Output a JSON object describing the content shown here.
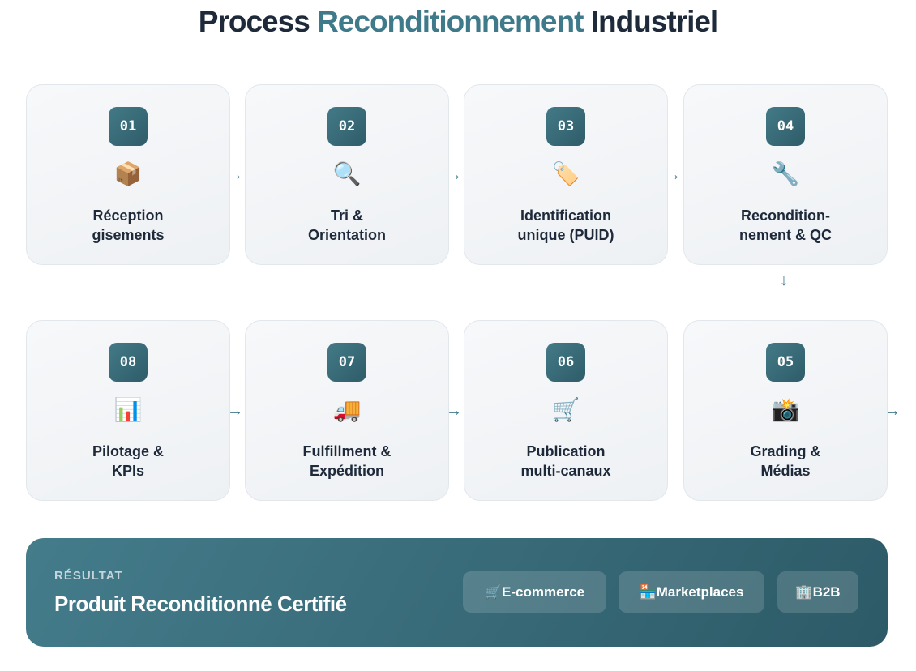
{
  "title": {
    "part1": "Process",
    "part2": "Reconditionnement",
    "part3": "Industriel"
  },
  "steps": [
    {
      "num": "01",
      "icon": "📦",
      "label": "Réception gisements"
    },
    {
      "num": "02",
      "icon": "🔍",
      "label": "Tri & Orientation"
    },
    {
      "num": "03",
      "icon": "🏷️",
      "label": "Identification unique (PUID)"
    },
    {
      "num": "04",
      "icon": "🔧",
      "label": "Recondition-nement & QC"
    },
    {
      "num": "05",
      "icon": "📸",
      "label": "Grading & Médias"
    },
    {
      "num": "06",
      "icon": "🛒",
      "label": "Publication multi-canaux"
    },
    {
      "num": "07",
      "icon": "🚚",
      "label": "Fulfillment & Expédition"
    },
    {
      "num": "08",
      "icon": "📊",
      "label": "Pilotage & KPIs"
    }
  ],
  "arrows": {
    "right": "→",
    "down": "↓"
  },
  "result": {
    "kicker": "RÉSULTAT",
    "title": "Produit Reconditionné Certifié",
    "channels": [
      {
        "icon": "🛒",
        "label": "E-commerce"
      },
      {
        "icon": "🏪",
        "label": "Marketplaces"
      },
      {
        "icon": "🏢",
        "label": "B2B"
      }
    ]
  }
}
